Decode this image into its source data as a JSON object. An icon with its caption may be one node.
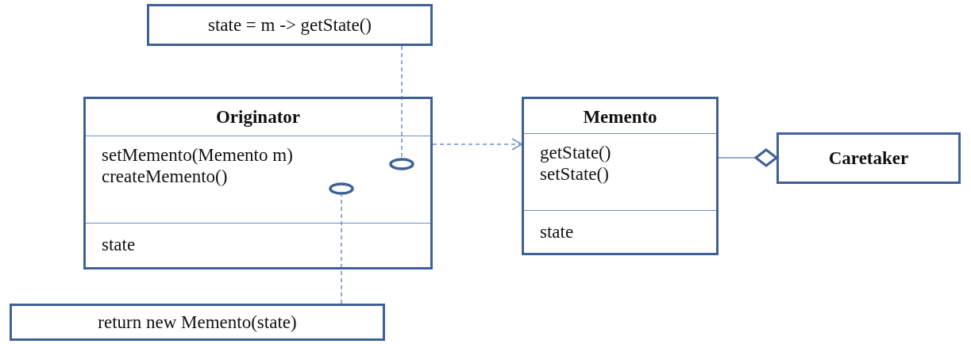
{
  "diagram": {
    "nodes": [
      {
        "text": [
          "state = m -> getState()"
        ]
      },
      {
        "text": [
          "Originator",
          "setMemento(Memento m)",
          "createMemento()",
          "state"
        ]
      },
      {
        "text": [],
        "shape": "circle",
        "in": 1
      },
      {
        "text": [],
        "shape": "circle",
        "in": 1
      },
      {
        "text": [
          "Memento",
          "getState()",
          "setState()",
          "state"
        ]
      },
      {
        "text": [
          "Caretaker"
        ]
      },
      {
        "text": [
          "return new Memento(state)"
        ]
      }
    ],
    "edges": [
      {
        "from": 0,
        "to": 2,
        "arrow": "none",
        "style": "dashed"
      },
      {
        "from": 1,
        "to": 4,
        "arrow": "to",
        "style": "dashed"
      },
      {
        "from": 4,
        "to": 5,
        "arrow": "other"
      },
      {
        "from": 6,
        "to": 3,
        "arrow": "none",
        "style": "dashed"
      }
    ]
  }
}
